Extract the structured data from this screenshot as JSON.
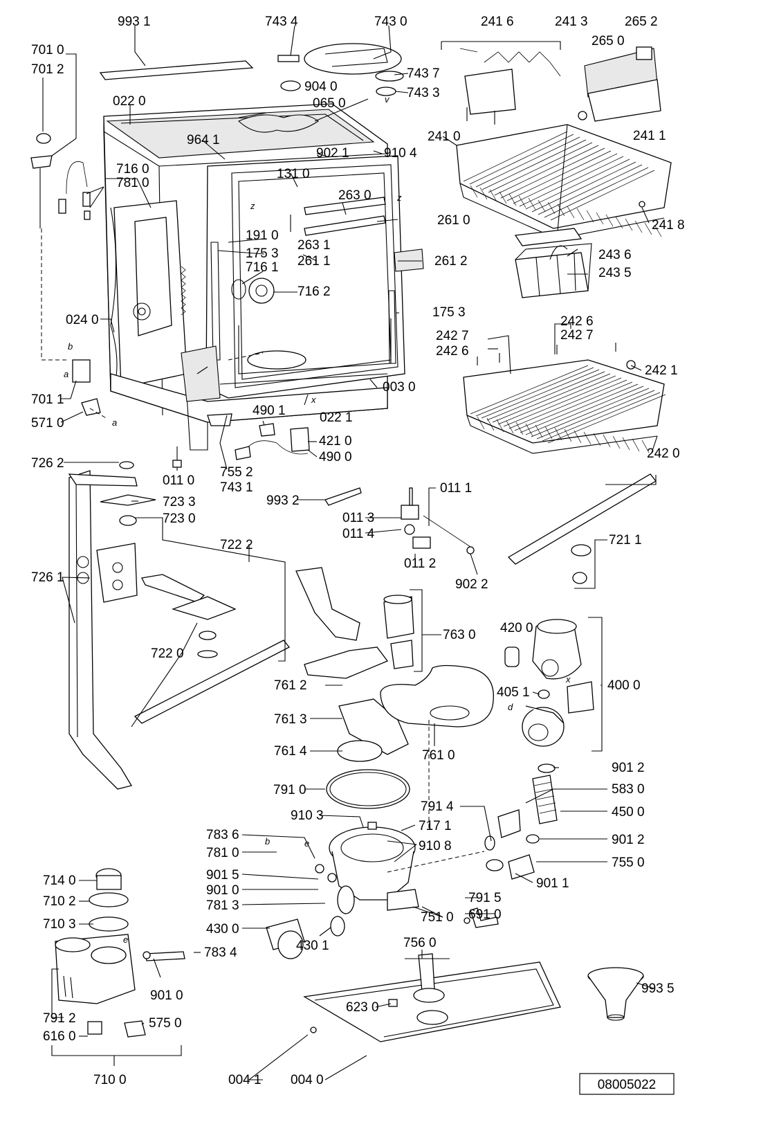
{
  "document_code": "08005022",
  "small_letters": {
    "a": "a",
    "b": "b",
    "d": "d",
    "e": "e",
    "v": "v",
    "x": "x",
    "z": "z"
  },
  "parts": {
    "p9931": "993 1",
    "p7434": "743 4",
    "p7430": "743 0",
    "p2416": "241 6",
    "p2413": "241 3",
    "p2652": "265 2",
    "p2650": "265 0",
    "p7010": "701 0",
    "p7012": "701 2",
    "p9040": "904 0",
    "p7437": "743 7",
    "p0220": "022 0",
    "p0650": "065 0",
    "p7433": "743 3",
    "p2411": "241 1",
    "p9641": "964 1",
    "p9021": "902 1",
    "p9104": "910 4",
    "p2410": "241 0",
    "p7160": "716 0",
    "p7810": "781 0",
    "p1310": "131 0",
    "p2630": "263 0",
    "p2610": "261 0",
    "p2418": "241 8",
    "p1910": "191 0",
    "p1753": "175 3",
    "p2631": "263 1",
    "p2611": "261 1",
    "p2612": "261 2",
    "p2436": "243 6",
    "p7161": "716 1",
    "p2435": "243 5",
    "p7162": "716 2",
    "p1753b": "175 3",
    "p0240": "024 0",
    "p2427": "242 7",
    "p2426": "242 6",
    "p2427b": "242 7",
    "p2426b": "242 6",
    "p2421": "242 1",
    "p0030": "003 0",
    "p7011": "701 1",
    "p0221": "022 1",
    "p5710": "571 0",
    "p4901": "490 1",
    "p4210": "421 0",
    "p4900": "490 0",
    "p2420": "242 0",
    "p7262": "726 2",
    "p7552": "755 2",
    "p0110": "011 0",
    "p7431": "743 1",
    "p7233": "723 3",
    "p9932": "993 2",
    "p0111": "011 1",
    "p7230": "723 0",
    "p0113": "011 3",
    "p0114": "011 4",
    "p7211": "721 1",
    "p7222": "722 2",
    "p0112": "011 2",
    "p7261": "726 1",
    "p9022": "902 2",
    "p7630": "763 0",
    "p4200": "420 0",
    "p7220": "722 0",
    "p4000": "400 0",
    "p7612": "761 2",
    "p4051": "405 1",
    "p7613": "761 3",
    "p7614": "761 4",
    "p7610": "761 0",
    "p9012": "901 2",
    "p7910": "791 0",
    "p5830": "583 0",
    "p9103": "910 3",
    "p7914": "791 4",
    "p4500": "450 0",
    "p7171": "717 1",
    "p7836": "783 6",
    "p9108": "910 8",
    "p9012b": "901 2",
    "p7810b": "781 0",
    "p7550": "755 0",
    "p9015": "901 5",
    "p9010": "901 0",
    "p9011": "901 1",
    "p7140": "714 0",
    "p7813": "781 3",
    "p7915": "791 5",
    "p7102": "710 2",
    "p7510": "751 0",
    "p6910": "691 0",
    "p7103": "710 3",
    "p4300": "430 0",
    "p4301": "430 1",
    "p7560": "756 0",
    "p7834": "783 4",
    "p9010b": "901 0",
    "p9935": "993 5",
    "p7912": "791 2",
    "p6230": "623 0",
    "p5750": "575 0",
    "p6160": "616 0",
    "p0041": "004 1",
    "p0040": "004 0",
    "p7100": "710 0"
  }
}
